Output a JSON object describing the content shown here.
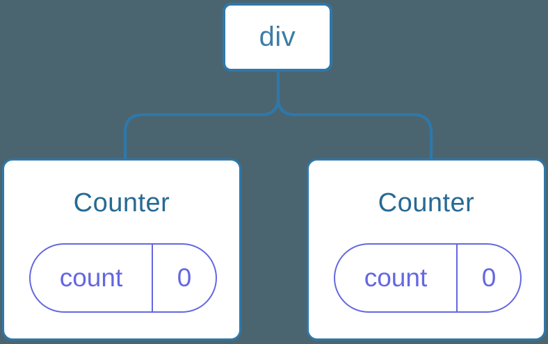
{
  "colors": {
    "bg": "#4B6570",
    "line": "#2E78AB",
    "root-label": "#3D7DA6",
    "title": "#266A94",
    "purple": "#6467E0",
    "card-bg": "#FFFFFF"
  },
  "diagram": {
    "type": "component-tree",
    "root": {
      "label": "div"
    },
    "children": [
      {
        "title": "Counter",
        "state": {
          "key": "count",
          "value": "0"
        }
      },
      {
        "title": "Counter",
        "state": {
          "key": "count",
          "value": "0"
        }
      }
    ]
  }
}
